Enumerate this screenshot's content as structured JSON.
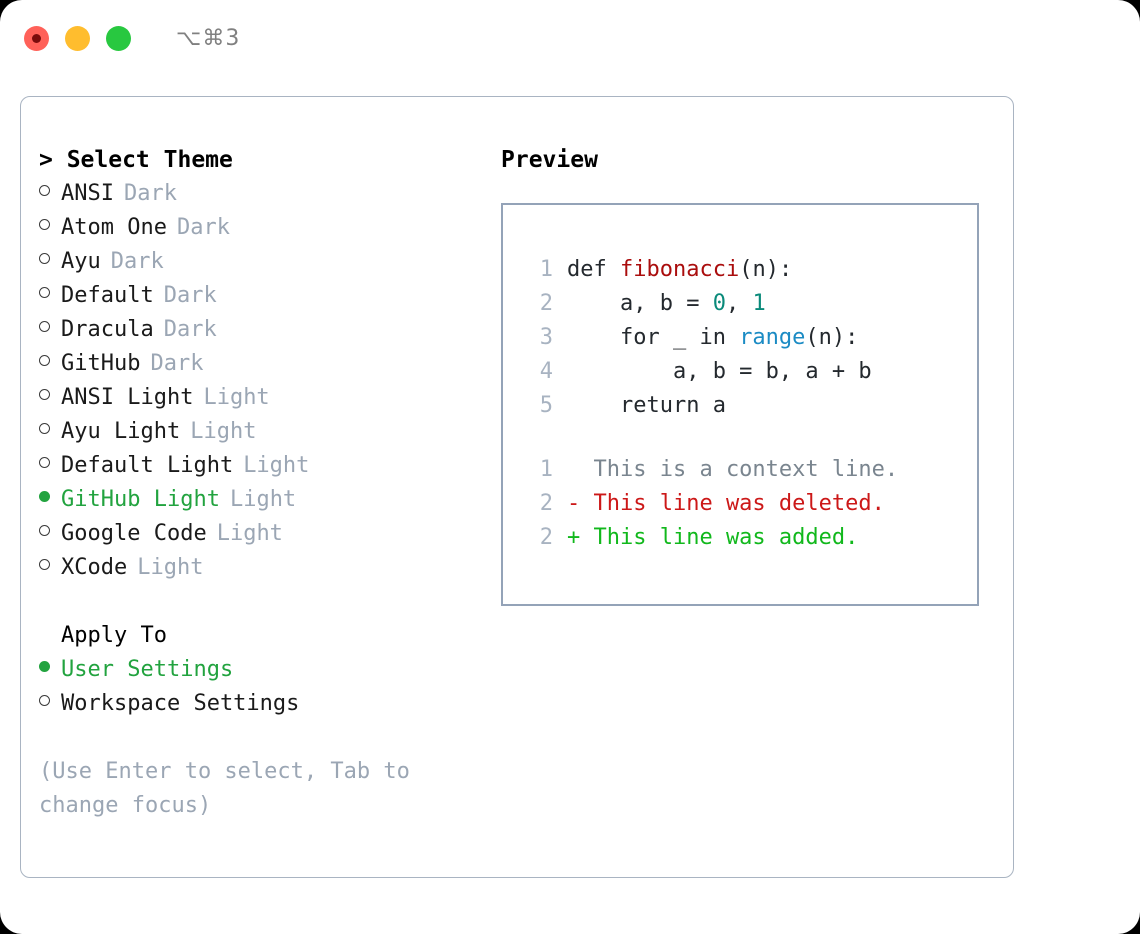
{
  "titlebar": {
    "shortcut": "⌥⌘3",
    "buttons": [
      {
        "name": "close",
        "color": "#FF6159"
      },
      {
        "name": "minimize",
        "color": "#FFBD2E"
      },
      {
        "name": "maximize",
        "color": "#28C840"
      }
    ]
  },
  "theme_picker": {
    "header": "> Select Theme",
    "items": [
      {
        "marker": "empty",
        "name": "ANSI",
        "kind": "Dark",
        "selected": false
      },
      {
        "marker": "empty",
        "name": "Atom One",
        "kind": "Dark",
        "selected": false
      },
      {
        "marker": "empty",
        "name": "Ayu",
        "kind": "Dark",
        "selected": false
      },
      {
        "marker": "empty",
        "name": "Default",
        "kind": "Dark",
        "selected": false
      },
      {
        "marker": "empty",
        "name": "Dracula",
        "kind": "Dark",
        "selected": false
      },
      {
        "marker": "empty",
        "name": "GitHub",
        "kind": "Dark",
        "selected": false
      },
      {
        "marker": "empty",
        "name": "ANSI Light",
        "kind": "Light",
        "selected": false
      },
      {
        "marker": "empty",
        "name": "Ayu Light",
        "kind": "Light",
        "selected": false
      },
      {
        "marker": "empty",
        "name": "Default Light",
        "kind": "Light",
        "selected": false
      },
      {
        "marker": "filled",
        "name": "GitHub Light",
        "kind": "Light",
        "selected": true
      },
      {
        "marker": "empty",
        "name": "Google Code",
        "kind": "Light",
        "selected": false
      },
      {
        "marker": "empty",
        "name": "XCode",
        "kind": "Light",
        "selected": false
      }
    ]
  },
  "apply_to": {
    "header": "Apply To",
    "options": [
      {
        "marker": "filled",
        "name": "User Settings",
        "selected": true
      },
      {
        "marker": "empty",
        "name": "Workspace Settings",
        "selected": false
      }
    ]
  },
  "hint": "(Use Enter to select, Tab to change focus)",
  "preview": {
    "header": "Preview",
    "code_lines": [
      {
        "num": "1",
        "tokens": [
          {
            "text": "def ",
            "type": "plain"
          },
          {
            "text": "fibonacci",
            "type": "func"
          },
          {
            "text": "(n):",
            "type": "plain"
          }
        ]
      },
      {
        "num": "2",
        "tokens": [
          {
            "text": "    a, b = ",
            "type": "plain"
          },
          {
            "text": "0",
            "type": "num"
          },
          {
            "text": ", ",
            "type": "plain"
          },
          {
            "text": "1",
            "type": "num"
          }
        ]
      },
      {
        "num": "3",
        "tokens": [
          {
            "text": "    for _ in ",
            "type": "plain"
          },
          {
            "text": "range",
            "type": "builtin"
          },
          {
            "text": "(n):",
            "type": "plain"
          }
        ]
      },
      {
        "num": "4",
        "tokens": [
          {
            "text": "        a, b = b, a + b",
            "type": "plain"
          }
        ]
      },
      {
        "num": "5",
        "tokens": [
          {
            "text": "    return a",
            "type": "plain"
          }
        ]
      }
    ],
    "diff_lines": [
      {
        "num": "1",
        "sign": "  ",
        "text": "This is a context line.",
        "type": "context"
      },
      {
        "num": "2",
        "sign": "- ",
        "text": "This line was deleted.",
        "type": "del"
      },
      {
        "num": "2",
        "sign": "+ ",
        "text": "This line was added.",
        "type": "add"
      }
    ]
  },
  "colors": {
    "accent_green": "#22A33F",
    "border": "#94A3B8",
    "muted": "#9BA6B4",
    "func": "#AA0D0D",
    "number": "#0A8A7A",
    "builtin": "#1B8BC4",
    "diff_del": "#CC1818",
    "diff_add": "#11B81C"
  }
}
